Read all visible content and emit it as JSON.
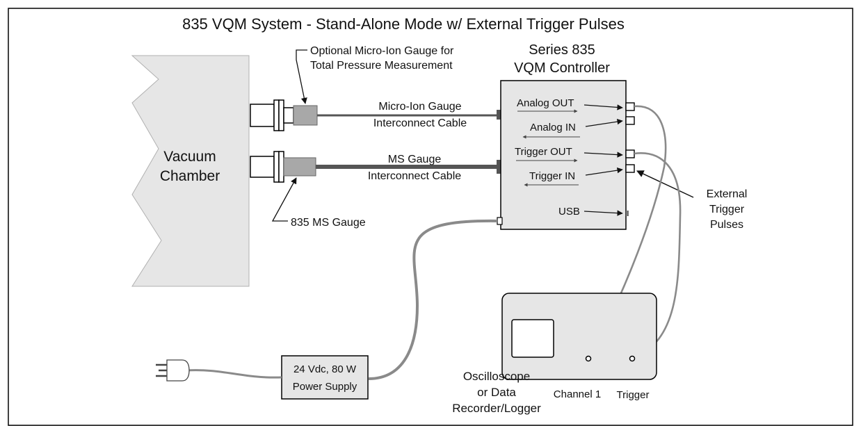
{
  "title": "835 VQM System - Stand-Alone Mode w/ External Trigger Pulses",
  "vacuum_chamber": {
    "line1": "Vacuum",
    "line2": "Chamber"
  },
  "micro_ion_gauge": {
    "callout_line1": "Optional Micro-Ion Gauge for",
    "callout_line2": "Total Pressure Measurement"
  },
  "ms_gauge": {
    "callout": "835 MS Gauge"
  },
  "cables": {
    "micro_ion_line1": "Micro-Ion Gauge",
    "micro_ion_line2": "Interconnect Cable",
    "ms_line1": "MS Gauge",
    "ms_line2": "Interconnect Cable"
  },
  "controller": {
    "title_line1": "Series 835",
    "title_line2": "VQM Controller",
    "ports": {
      "analog_out": "Analog OUT",
      "analog_in": "Analog IN",
      "trigger_out": "Trigger OUT",
      "trigger_in": "Trigger IN",
      "usb": "USB"
    }
  },
  "external_trigger": {
    "line1": "External",
    "line2": "Trigger",
    "line3": "Pulses"
  },
  "power_supply": {
    "line1": "24 Vdc, 80 W",
    "line2": "Power Supply"
  },
  "instrument": {
    "label_line1": "Oscilloscope",
    "label_line2": "or Data",
    "label_line3": "Recorder/Logger",
    "channel1": "Channel 1",
    "trigger": "Trigger"
  },
  "colors": {
    "outline": "#000000",
    "panel_fill": "#e6e6e6",
    "gauge_fill": "#a8a8a8",
    "cable_dark": "#555555",
    "cable_gray": "#8a8a8a",
    "text": "#111111"
  }
}
